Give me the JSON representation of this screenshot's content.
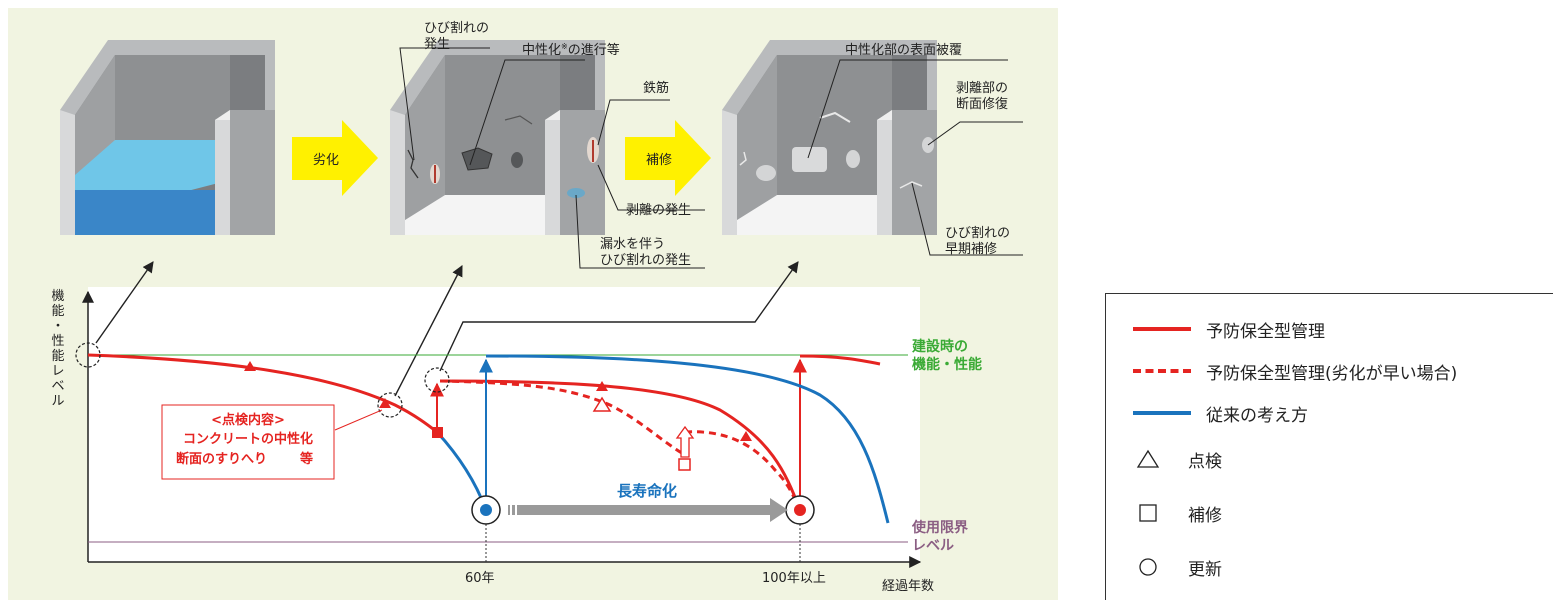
{
  "panels": {
    "arrow1_label": "劣化",
    "arrow2_label": "補修",
    "callout_crack_line1": "ひび割れの",
    "callout_crack_line2": "発生",
    "callout_neutralization": "中性化",
    "callout_neutralization_mark": "※",
    "callout_neutralization_suffix": "の進行等",
    "callout_rebar": "鉄筋",
    "callout_spalling": "剥離の発生",
    "callout_leak_line1": "漏水を伴う",
    "callout_leak_line2": "ひび割れの発生",
    "callout_coating": "中性化部の表面被覆",
    "callout_repair_line1": "剥離部の",
    "callout_repair_line2": "断面修復",
    "callout_early_line1": "ひび割れの",
    "callout_early_line2": "早期補修"
  },
  "graph": {
    "ylabel_chars": [
      "機",
      "能",
      "・",
      "性",
      "能",
      "レ",
      "ベ",
      "ル"
    ],
    "xlabel": "経過年数",
    "tick_60": "60年",
    "tick_100": "100年以上",
    "construction_level_line1": "建設時の",
    "construction_level_line2": "機能・性能",
    "service_limit_line1": "使用限界",
    "service_limit_line2": "レベル",
    "life_extension": "長寿命化",
    "inspection_title": "<点検内容>",
    "inspection_line1": "コンクリートの中性化",
    "inspection_line2": "断面のすりへり",
    "inspection_line2_suffix": "等"
  },
  "legend": {
    "items": [
      {
        "label": "予防保全型管理",
        "symbol": "red-line"
      },
      {
        "label": "予防保全型管理(劣化が早い場合)",
        "symbol": "red-dashed-line"
      },
      {
        "label": "従来の考え方",
        "symbol": "blue-line"
      },
      {
        "label": "点検",
        "symbol": "triangle"
      },
      {
        "label": "補修",
        "symbol": "square"
      },
      {
        "label": "更新",
        "symbol": "circle"
      }
    ]
  },
  "colors": {
    "background_panel": "#f1f4e1",
    "preventive_red": "#e52421",
    "conventional_blue": "#1a73bd",
    "construction_green": "#3aaa35",
    "service_limit_purple": "#8b5e83",
    "arrow_yellow": "#fff100",
    "concrete_gray": "#8f9193"
  }
}
